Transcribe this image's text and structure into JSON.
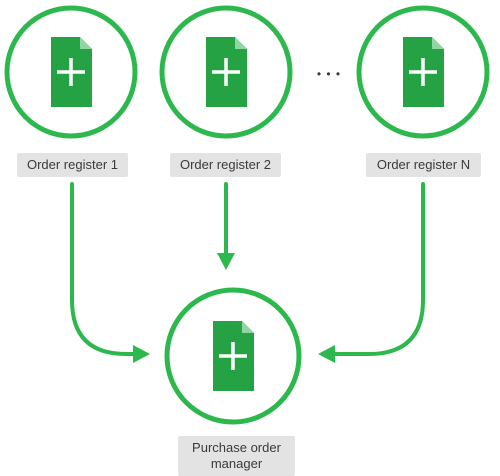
{
  "colors": {
    "accent": "#2db84d",
    "icon_fill": "#25a244",
    "icon_fold": "#8fd6a2",
    "label_bg": "#e3e3e3",
    "label_text": "#3a3a3a"
  },
  "nodes": {
    "register_1": {
      "label": "Order register 1",
      "icon": "spreadsheet-plus-icon"
    },
    "register_2": {
      "label": "Order register 2",
      "icon": "spreadsheet-plus-icon"
    },
    "register_n": {
      "label": "Order register N",
      "icon": "spreadsheet-plus-icon"
    },
    "manager": {
      "label_line1": "Purchase order",
      "label_line2": "manager",
      "icon": "spreadsheet-plus-icon"
    }
  },
  "ellipsis": "• • •"
}
